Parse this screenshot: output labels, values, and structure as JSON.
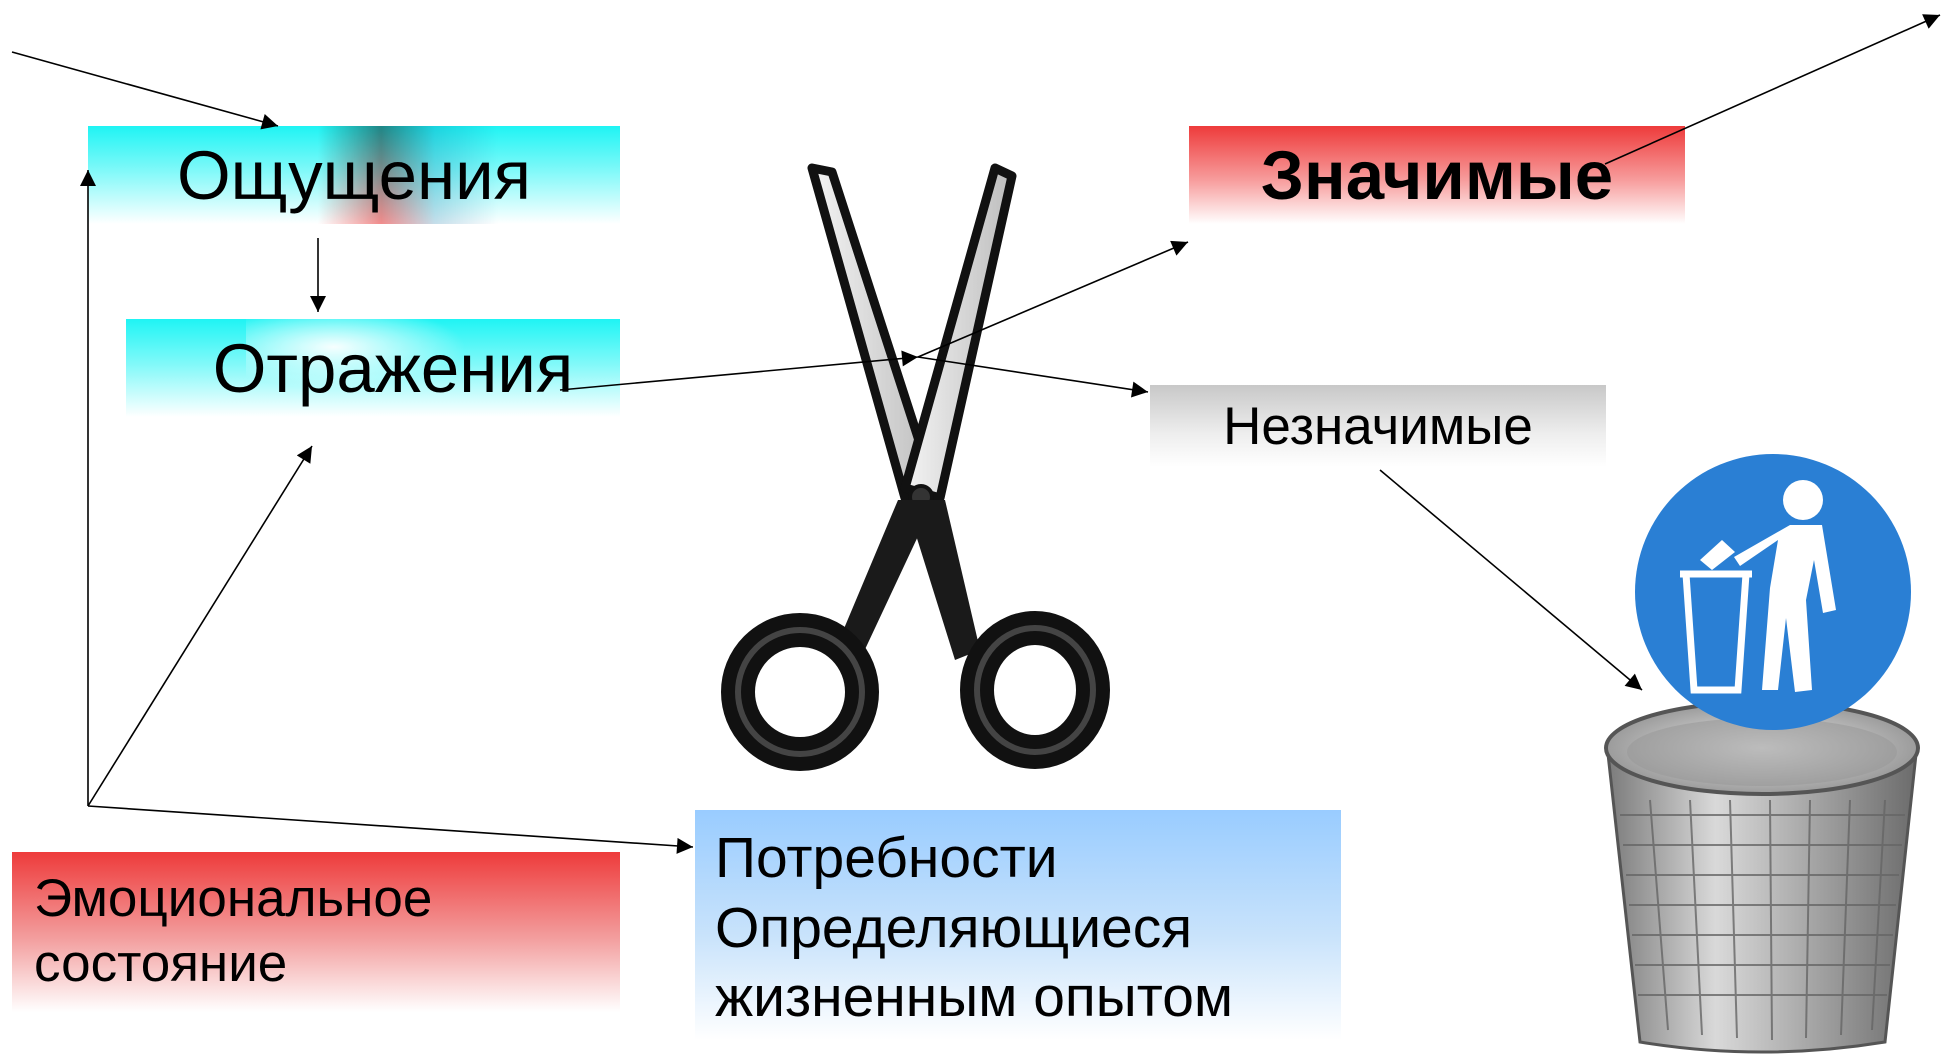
{
  "boxes": {
    "sensations": "Ощущения",
    "reflections": "Отражения",
    "significant": "Значимые",
    "insignificant": "Незначимые",
    "emotional_state": [
      "Эмоциональное",
      "состояние"
    ],
    "needs": [
      "Потребности",
      "Определяющиеся",
      "жизненным опытом"
    ]
  },
  "icons": {
    "scissors": "scissors-icon",
    "trash_can": "trash-can-icon",
    "litter_sign": "litter-disposal-sign-icon"
  },
  "colors": {
    "cyan": "#1ff4f4",
    "red": "#ee3b3b",
    "gray": "#c8c8c8",
    "light_blue": "#99ccff",
    "sign_blue": "#2a7fd4"
  }
}
